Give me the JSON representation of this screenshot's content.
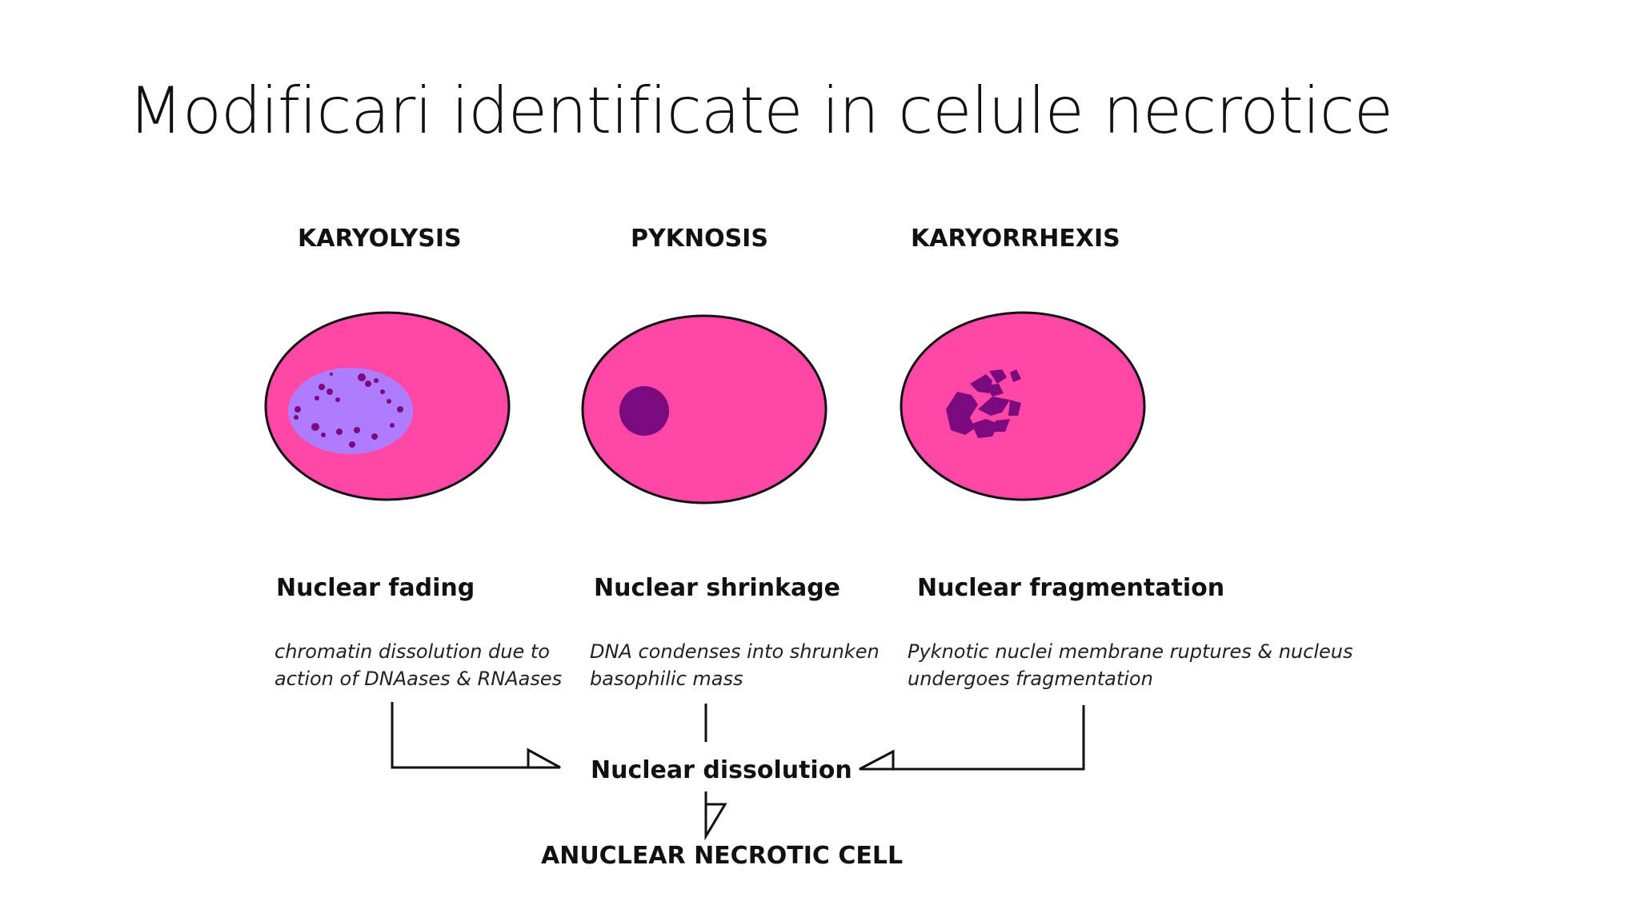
{
  "slide": {
    "title": "Modificari identificate in celule necrotice"
  },
  "stages": [
    {
      "heading": "KARYOLYSIS",
      "subtitle": "Nuclear fading",
      "description_line1": "chromatin dissolution due to",
      "description_line2": "action of DNAases & RNAases"
    },
    {
      "heading": "PYKNOSIS",
      "subtitle": "Nuclear shrinkage",
      "description_line1": "DNA condenses into shrunken",
      "description_line2": "basophilic mass"
    },
    {
      "heading": "KARYORRHEXIS",
      "subtitle": "Nuclear fragmentation",
      "description_line1": "Pyknotic nuclei membrane ruptures & nucleus",
      "description_line2": "undergoes fragmentation"
    }
  ],
  "flow": {
    "merge_node": "Nuclear dissolution",
    "final_node": "ANUCLEAR NECROTIC CELL"
  },
  "colors": {
    "cytoplasm": "#ff47a8",
    "faded_nucleus": "#b07cff",
    "dense_nucleus": "#7a0a7e",
    "outline": "#111111"
  }
}
